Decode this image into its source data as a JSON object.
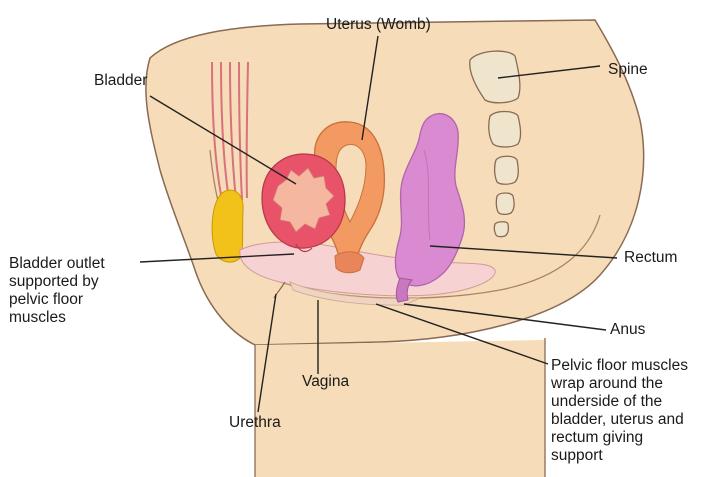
{
  "labels": {
    "uterus": "Uterus (Womb)",
    "bladder": "Bladder",
    "spine": "Spine",
    "bladder_outlet": "Bladder outlet\nsupported by\npelvic floor\nmuscles",
    "rectum": "Rectum",
    "anus": "Anus",
    "pelvic_floor": "Pelvic floor muscles\nwrap around the\nunderside of the\nbladder, uterus and\nrectum giving\nsupport",
    "vagina": "Vagina",
    "urethra": "Urethra"
  },
  "colors": {
    "skin": "#f6dcb8",
    "outline": "#8a6a52",
    "bladder": "#e8536a",
    "bladder_inner": "#f6b7a0",
    "uterus": "#f29a62",
    "rectum": "#d98ad0",
    "pubic_bone": "#f3c21a",
    "vertebra": "#efe4cc",
    "pelvic_floor": "#f7d2d2",
    "leader": "#222222"
  }
}
